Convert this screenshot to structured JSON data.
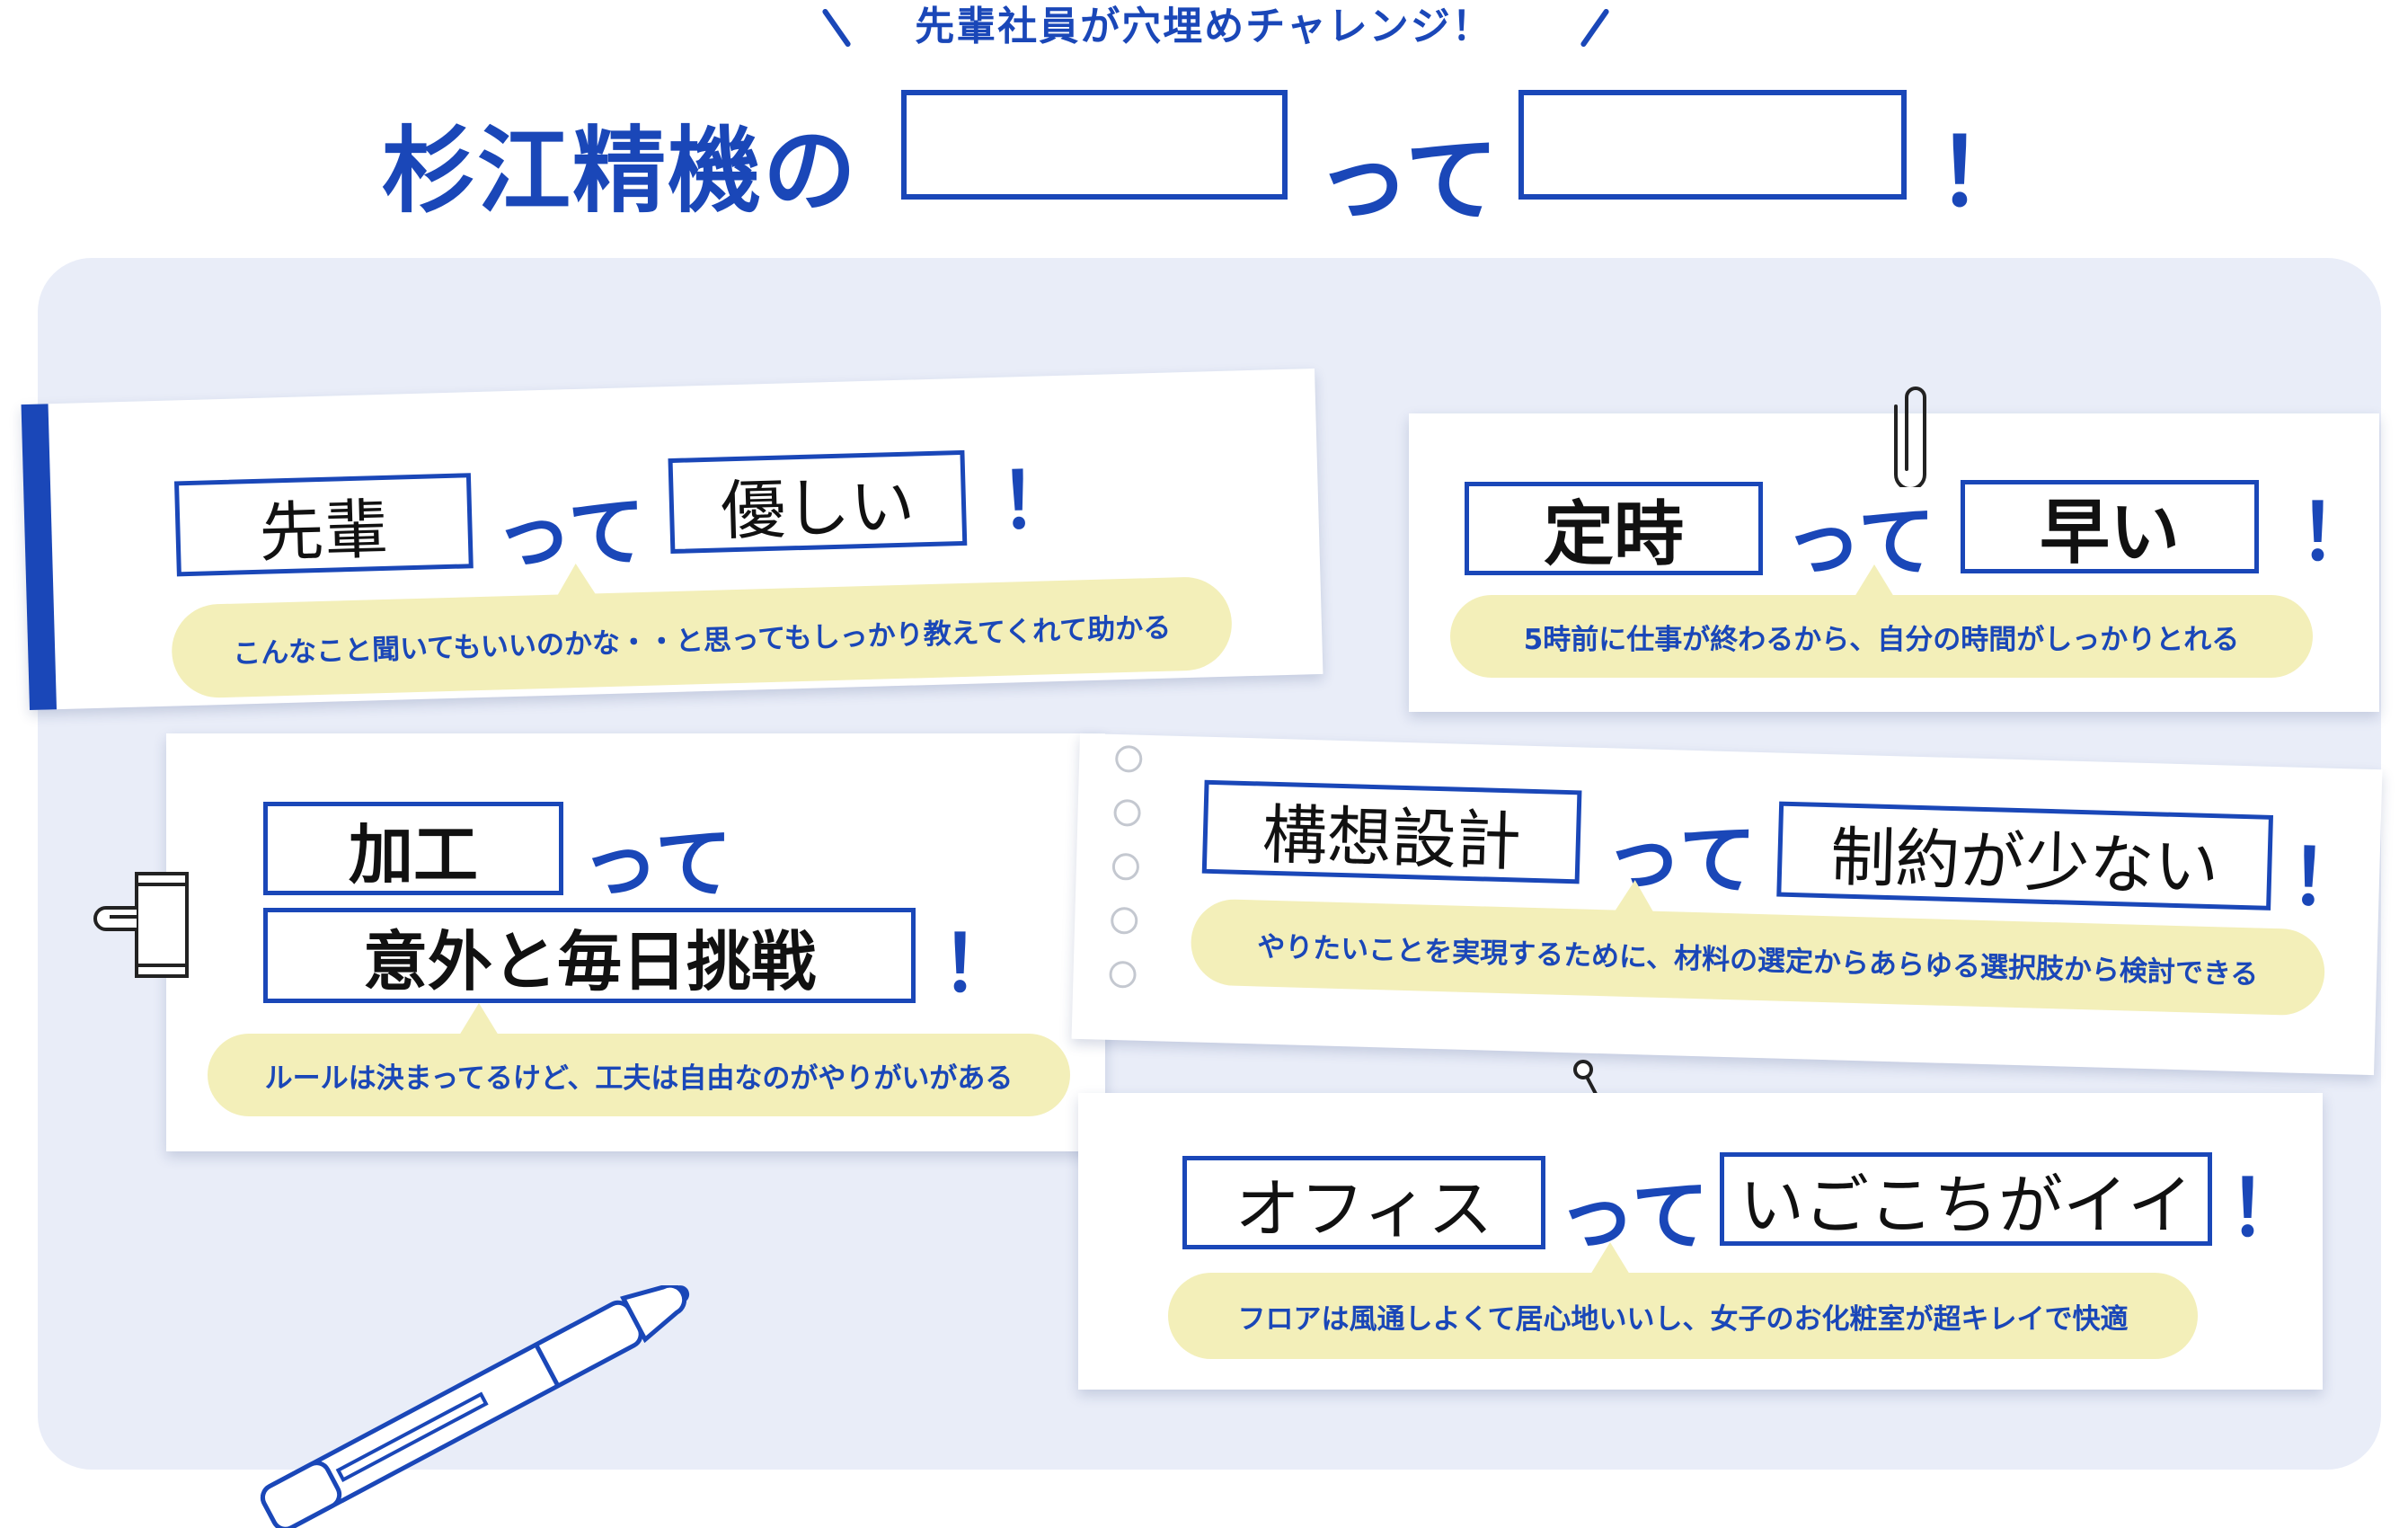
{
  "header": {
    "subtitle": "先輩社員が穴埋めチャレンジ！",
    "title_prefix": "杉江精機の",
    "title_middle": "って",
    "title_exclaim": "！"
  },
  "cards": [
    {
      "word1": "先輩",
      "connector": "って",
      "word2": "優しい",
      "exclaim": "！",
      "comment": "こんなこと聞いてもいいのかな・・と思ってもしっかり教えてくれて助かる"
    },
    {
      "word1": "定時",
      "connector": "って",
      "word2": "早い",
      "exclaim": "！",
      "comment": "5時前に仕事が終わるから、自分の時間がしっかりとれる"
    },
    {
      "word1": "加工",
      "connector": "って",
      "word2": "意外と毎日挑戦",
      "exclaim": "！",
      "comment": "ルールは決まってるけど、工夫は自由なのがやりがいがある"
    },
    {
      "word1": "構想設計",
      "connector": "って",
      "word2": "制約が少ない",
      "exclaim": "！",
      "comment": "やりたいことを実現するために、材料の選定からあらゆる選択肢から検討できる"
    },
    {
      "word1": "オフィス",
      "connector": "って",
      "word2": "いごこちがイイ",
      "exclaim": "！",
      "comment": "フロアは風通しよくて居心地いいし、女子のお化粧室が超キレイで快適"
    }
  ],
  "colors": {
    "primary": "#1a47b8",
    "board": "#e9edf8",
    "bubble": "#f3efb9"
  },
  "icons": [
    "paperclip-icon",
    "binder-clip-icon",
    "pin-icon",
    "pen-icon"
  ]
}
